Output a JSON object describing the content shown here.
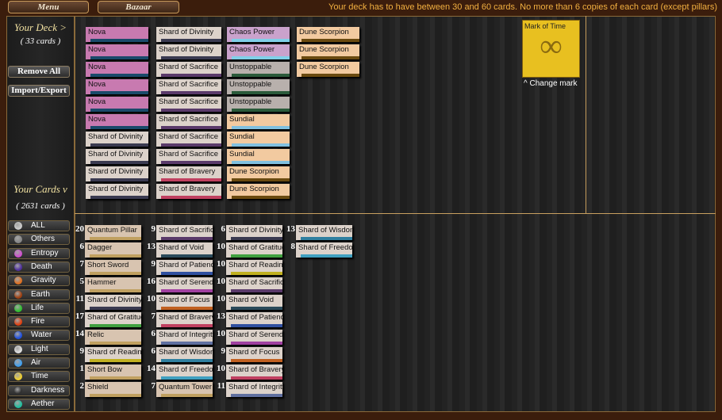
{
  "topbar": {
    "menu": "Menu",
    "bazaar": "Bazaar",
    "message": "Your deck has to have between 30 and 60 cards. No more than 6 copies of each card (except pillars)"
  },
  "left": {
    "deck_label": "Your Deck >",
    "deck_count": "( 33 cards )",
    "remove_all": "Remove All",
    "import_export": "Import/Export",
    "cards_label": "Your Cards v",
    "cards_count": "( 2631 cards )"
  },
  "elements": [
    {
      "label": "ALL",
      "color": "#cccccc"
    },
    {
      "label": "Others",
      "color": "#888888"
    },
    {
      "label": "Entropy",
      "color": "#d050d0"
    },
    {
      "label": "Death",
      "color": "#5030a0"
    },
    {
      "label": "Gravity",
      "color": "#e07020"
    },
    {
      "label": "Earth",
      "color": "#a04010"
    },
    {
      "label": "Life",
      "color": "#30c030"
    },
    {
      "label": "Fire",
      "color": "#e04010"
    },
    {
      "label": "Water",
      "color": "#2050e0"
    },
    {
      "label": "Light",
      "color": "#e0e0e0"
    },
    {
      "label": "Air",
      "color": "#40a0f0"
    },
    {
      "label": "Time",
      "color": "#f0d030"
    },
    {
      "label": "Darkness",
      "color": "#303030"
    },
    {
      "label": "Aether",
      "color": "#20c0a0"
    }
  ],
  "mark": {
    "title": "Mark of Time",
    "change": "^ Change mark"
  },
  "deck": [
    [
      "Nova",
      "Nova",
      "Nova",
      "Nova",
      "Nova",
      "Nova",
      "Shard of Divinity",
      "Shard of Divinity",
      "Shard of Divinity",
      "Shard of Divinity"
    ],
    [
      "Shard of Divinity",
      "Shard of Divinity",
      "Shard of Sacrifice",
      "Shard of Sacrifice",
      "Shard of Sacrifice",
      "Shard of Sacrifice",
      "Shard of Sacrifice",
      "Shard of Sacrifice",
      "Shard of Bravery",
      "Shard of Bravery"
    ],
    [
      "Chaos Power",
      "Chaos Power",
      "Unstoppable",
      "Unstoppable",
      "Unstoppable",
      "Sundial",
      "Sundial",
      "Sundial",
      "Dune Scorpion",
      "Dune Scorpion"
    ],
    [
      "Dune Scorpion",
      "Dune Scorpion",
      "Dune Scorpion"
    ]
  ],
  "collection": [
    [
      [
        "20",
        "Quantum Pillar"
      ],
      [
        "6",
        "Dagger"
      ],
      [
        "7",
        "Short Sword"
      ],
      [
        "5",
        "Hammer"
      ],
      [
        "11",
        "Shard of Divinity"
      ],
      [
        "17",
        "Shard of Gratitude"
      ],
      [
        "14",
        "Relic"
      ],
      [
        "9",
        "Shard of Readiness"
      ],
      [
        "1",
        "Short Bow"
      ],
      [
        "2",
        "Shield"
      ]
    ],
    [
      [
        "9",
        "Shard of Sacrifice"
      ],
      [
        "13",
        "Shard of Void"
      ],
      [
        "9",
        "Shard of Patience"
      ],
      [
        "16",
        "Shard of Serendipity"
      ],
      [
        "10",
        "Shard of Focus"
      ],
      [
        "7",
        "Shard of Bravery"
      ],
      [
        "6",
        "Shard of Integrity"
      ],
      [
        "6",
        "Shard of Wisdom"
      ],
      [
        "14",
        "Shard of Freedom"
      ],
      [
        "7",
        "Quantum Tower"
      ]
    ],
    [
      [
        "6",
        "Shard of Divinity"
      ],
      [
        "10",
        "Shard of Gratitude"
      ],
      [
        "10",
        "Shard of Readiness"
      ],
      [
        "10",
        "Shard of Sacrifice"
      ],
      [
        "10",
        "Shard of Void"
      ],
      [
        "13",
        "Shard of Patience"
      ],
      [
        "10",
        "Shard of Serendipity"
      ],
      [
        "9",
        "Shard of Focus"
      ],
      [
        "10",
        "Shard of Bravery"
      ],
      [
        "11",
        "Shard of Integrity"
      ]
    ],
    [
      [
        "13",
        "Shard of Wisdom"
      ],
      [
        "8",
        "Shard of Freedom"
      ]
    ]
  ]
}
